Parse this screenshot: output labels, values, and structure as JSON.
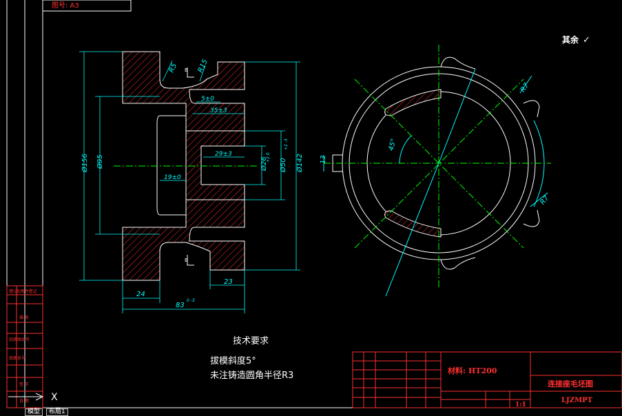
{
  "sheet": {
    "size_label": "图号: A3",
    "surface_roughness": "其余",
    "roughness_symbol": "✓"
  },
  "dimensions": {
    "r5": "R5",
    "r15": "R15",
    "d5": "5±0",
    "d35": "35±3",
    "d29": "29±3",
    "d19": "19±0",
    "phi156": "Ø156",
    "phi95": "Ø95",
    "phi26": "Ø26",
    "phi26_tol": "+2 0",
    "phi50": "Ø50",
    "phi50_tol": "+2 -3",
    "phi142": "Ø142",
    "d24": "24",
    "d23": "23",
    "d83": "83",
    "d83_tol": "0 -3",
    "b_mark": "B",
    "r7_top": "R7",
    "r7_bottom": "R7",
    "deg45": "45°",
    "d13": "13"
  },
  "notes": {
    "heading": "技术要求",
    "line1": "拔模斜度5°",
    "line2": "未注铸造圆角半径R3"
  },
  "title_block": {
    "material": "材料: HT200",
    "part_name": "连接座毛坯图",
    "code": "LJZMPT",
    "scale": "1:1"
  },
  "left_strip": {
    "items": [
      "借(通)用件登记",
      "描 校",
      "旧底图总号",
      "底图总号",
      "签 字",
      "日 期"
    ]
  },
  "ucs_label": "X",
  "tabs": [
    "模型",
    "布局1"
  ],
  "colors": {
    "background": "#000000",
    "outline": "#ffffff",
    "dimension": "#00ffff",
    "hatch": "#ff3030",
    "center": "#00ff00",
    "title": "#ff3030"
  }
}
